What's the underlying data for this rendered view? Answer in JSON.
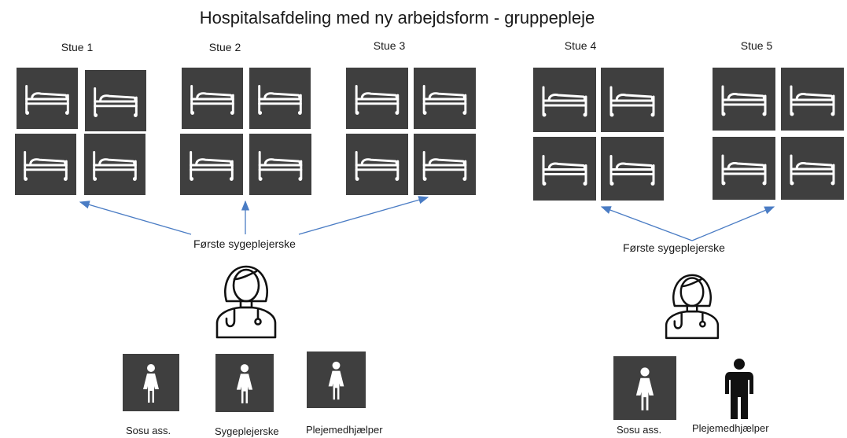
{
  "title": "Hospitalsafdeling med ny arbejdsform - gruppepleje",
  "rooms": [
    {
      "label": "Stue 1"
    },
    {
      "label": "Stue 2"
    },
    {
      "label": "Stue 3"
    },
    {
      "label": "Stue 4"
    },
    {
      "label": "Stue 5"
    }
  ],
  "left_team": {
    "lead_label": "Første sygeplejerske",
    "staff": [
      "Sosu ass.",
      "Sygeplejerske",
      "Plejemedhjælper"
    ]
  },
  "right_team": {
    "lead_label": "Første sygeplejerske",
    "staff": [
      "Sosu ass.",
      "Plejemedhjælper"
    ]
  },
  "colors": {
    "tile": "#3f3f3f",
    "arrow": "#4a7cc4",
    "icon": "#ffffff"
  }
}
